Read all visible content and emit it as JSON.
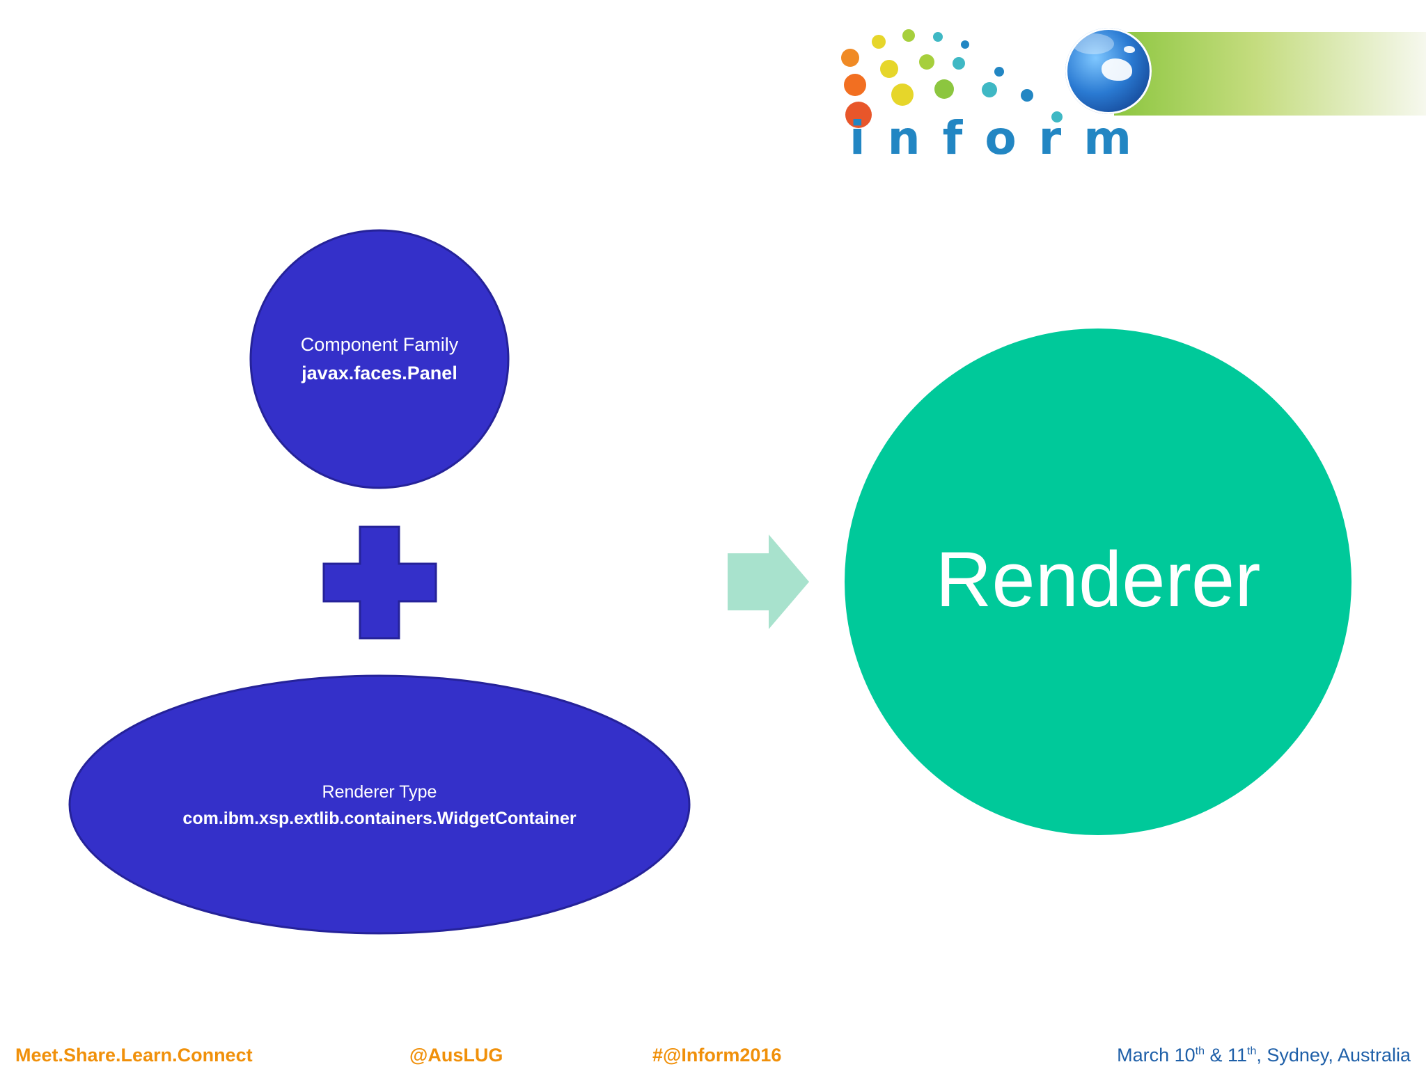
{
  "logo": {
    "word": "inform",
    "icon": "globe-icon",
    "colors": {
      "word": "#2286c3",
      "band": "#8cc63f",
      "dots": [
        "#f08a24",
        "#e6d62a",
        "#8cc63f",
        "#3fb8c4",
        "#2286c3",
        "#e8562a"
      ]
    }
  },
  "diagram": {
    "component_family": {
      "label": "Component Family",
      "value": "javax.faces.Panel",
      "color": "#3430c9"
    },
    "plus_symbol": {
      "icon": "plus-icon",
      "color": "#3430c9"
    },
    "renderer_type": {
      "label": "Renderer Type",
      "value": "com.ibm.xsp.extlib.containers.WidgetContainer",
      "color": "#3430c9"
    },
    "arrow": {
      "icon": "arrow-right-icon",
      "color": "#a8e2cd"
    },
    "result": {
      "label": "Renderer",
      "color": "#00c99a"
    }
  },
  "footer": {
    "tagline": "Meet.Share.Learn.Connect",
    "handle": "@AusLUG",
    "hashtag": "#@Inform2016",
    "date": {
      "month": "March 10",
      "sup1": "th",
      "amp": " & 11",
      "sup2": "th",
      "rest": ", Sydney, Australia"
    },
    "colors": {
      "accent": "#f0900a",
      "date": "#1e5fa8"
    }
  }
}
